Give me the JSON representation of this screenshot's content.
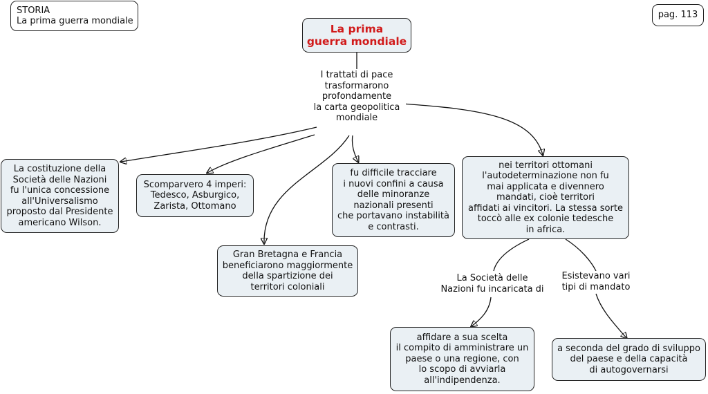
{
  "header": {
    "subject": "STORIA\nLa prima guerra mondiale",
    "page": "pag. 113"
  },
  "root": {
    "title": "La prima\nguerra mondiale"
  },
  "link_labels": {
    "treaties": "I trattati di pace\ntrasformarono\nprofondamente\nla carta geopolitica\nmondiale",
    "society": "La Società delle\nNazioni fu incaricata di",
    "mandates": "Esistevano vari\ntipi di mandato"
  },
  "nodes": {
    "league": "La costituzione della\nSocietà delle Nazioni\nfu l'unica concessione\nall'Universalismo\nproposto dal Presidente\namericano Wilson.",
    "empires": "Scomparvero 4 imperi:\nTedesco, Asburgico,\nZarista, Ottomano",
    "colonies": "Gran Bretagna e Francia\nbeneficiarono maggiormente\ndella spartizione dei\nterritori coloniali",
    "borders": "fu difficile tracciare\ni nuovi confini a causa\ndelle minoranze\nnazionali presenti\nche portavano instabilità\ne contrasti.",
    "ottoman": "nei territori ottomani\nl'autodeterminazione non fu\nmai applicata e divennero\nmandati, cioè territori\naffidati ai vincitori. La stessa sorte\ntoccò alle ex colonie tedesche\nin africa.",
    "assign": "affidare a sua scelta\nil compito di amministrare un\npaese o una regione, con\nlo scopo di avviarla\nall'indipendenza.",
    "development": "a seconda del grado di sviluppo\ndel paese e della capacità\ndi autogovernarsi"
  }
}
